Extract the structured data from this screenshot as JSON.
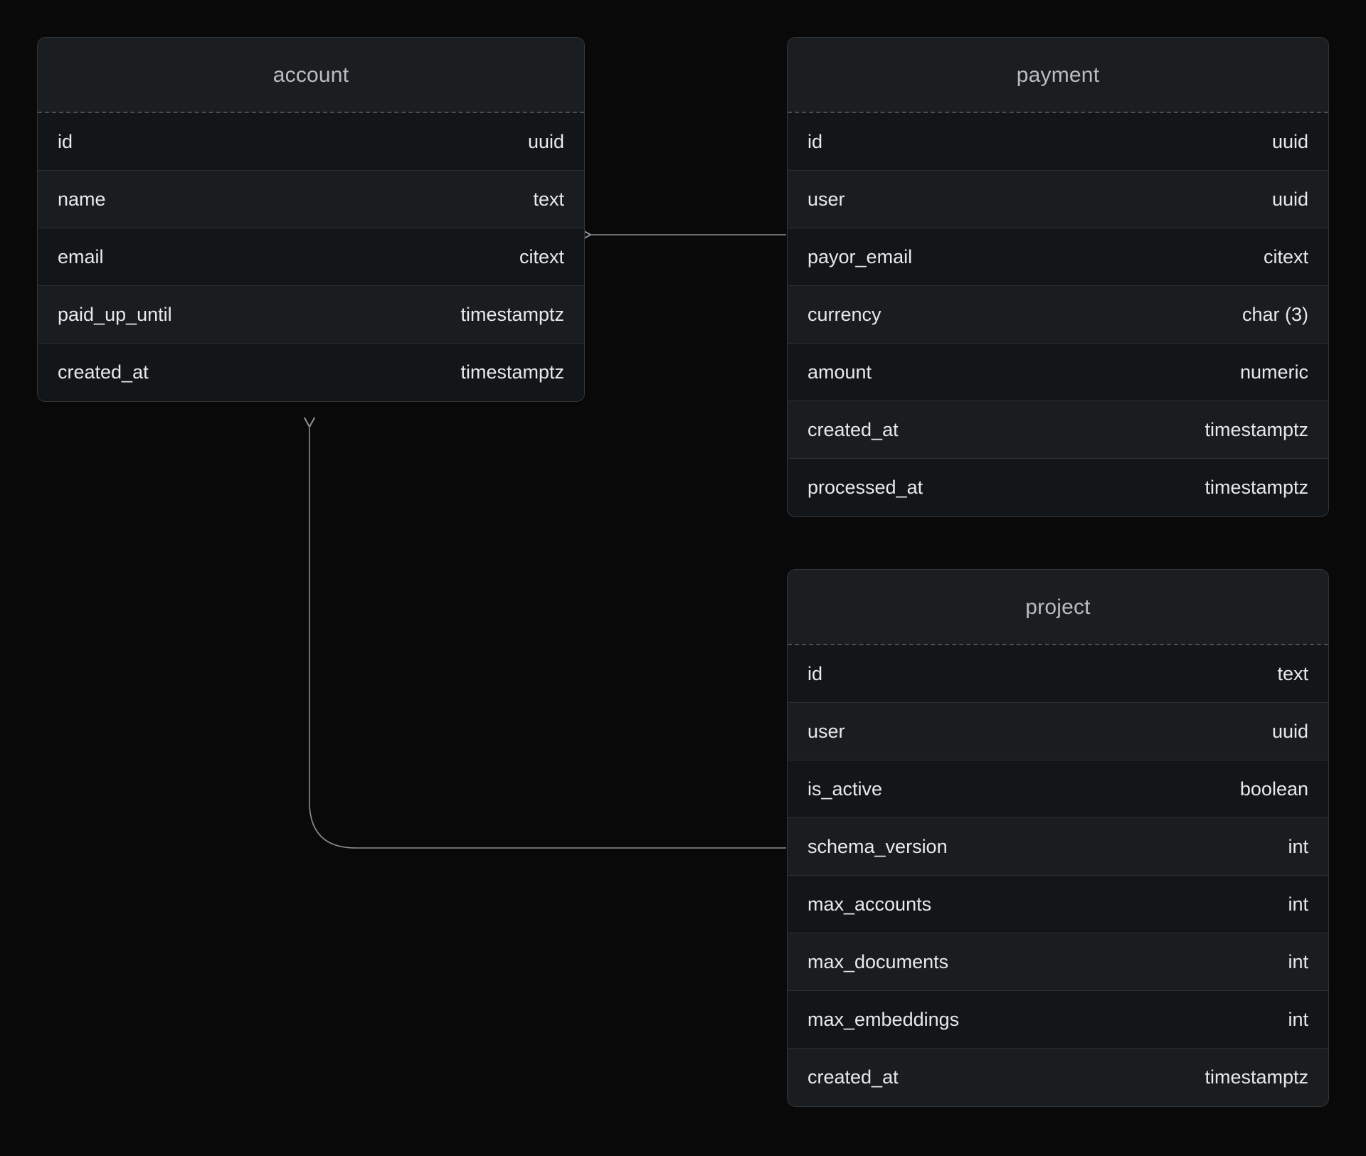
{
  "diagram": {
    "background_color": "#090909",
    "card_color": "#16181a",
    "border_color": "#33373b",
    "edge_color": "#8b9096",
    "text_color": "#e7e9ea",
    "title_color": "#b9bcc0"
  },
  "tables": [
    {
      "id": "account",
      "title": "account",
      "fields": [
        {
          "name": "id",
          "type": "uuid"
        },
        {
          "name": "name",
          "type": "text"
        },
        {
          "name": "email",
          "type": "citext"
        },
        {
          "name": "paid_up_until",
          "type": "timestamptz"
        },
        {
          "name": "created_at",
          "type": "timestamptz"
        }
      ]
    },
    {
      "id": "payment",
      "title": "payment",
      "fields": [
        {
          "name": "id",
          "type": "uuid"
        },
        {
          "name": "user",
          "type": "uuid"
        },
        {
          "name": "payor_email",
          "type": "citext"
        },
        {
          "name": "currency",
          "type": "char (3)"
        },
        {
          "name": "amount",
          "type": "numeric"
        },
        {
          "name": "created_at",
          "type": "timestamptz"
        },
        {
          "name": "processed_at",
          "type": "timestamptz"
        }
      ]
    },
    {
      "id": "project",
      "title": "project",
      "fields": [
        {
          "name": "id",
          "type": "text"
        },
        {
          "name": "user",
          "type": "uuid"
        },
        {
          "name": "is_active",
          "type": "boolean"
        },
        {
          "name": "schema_version",
          "type": "int"
        },
        {
          "name": "max_accounts",
          "type": "int"
        },
        {
          "name": "max_documents",
          "type": "int"
        },
        {
          "name": "max_embeddings",
          "type": "int"
        },
        {
          "name": "created_at",
          "type": "timestamptz"
        }
      ]
    }
  ],
  "relationships": [
    {
      "id": "payment-to-account",
      "from": "payment",
      "to": "account",
      "shape": "straight-horizontal",
      "arrow": "left"
    },
    {
      "id": "project-to-account",
      "from": "project",
      "to": "account",
      "shape": "elbow-curved",
      "arrow": "up"
    }
  ]
}
